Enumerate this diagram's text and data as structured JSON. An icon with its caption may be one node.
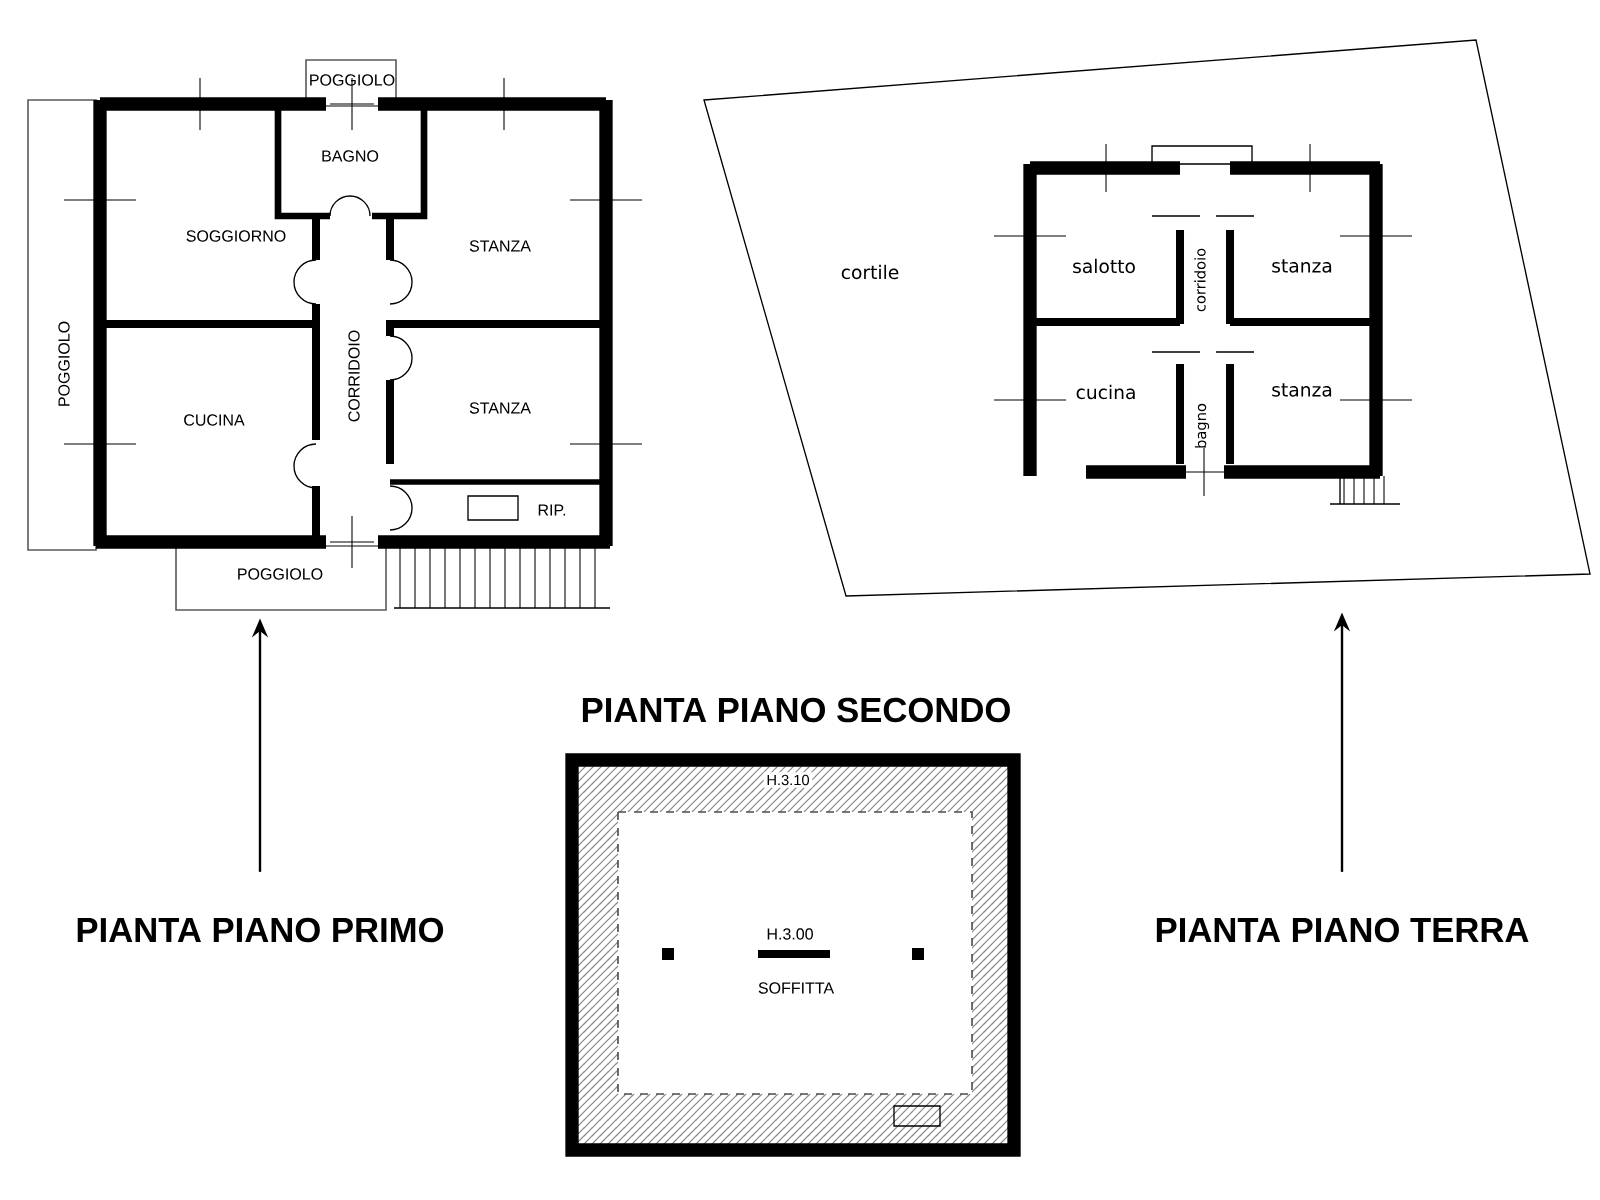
{
  "diagram": {
    "nodes": [
      {
        "text": [],
        "shape": "picture"
      },
      {
        "text": [],
        "shape": "picture"
      },
      {
        "text": [
          "PIANTA PIANO PRIMO"
        ]
      },
      {
        "text": [
          "PIANTA PIANO TERRA"
        ]
      }
    ],
    "edges": [
      {
        "from": 2,
        "to": 0,
        "arrow": "to"
      },
      {
        "from": 3,
        "to": 1,
        "arrow": "to"
      }
    ],
    "labels": [
      "POGGIOLO",
      "BAGNO",
      "SOGGIORNO",
      "STANZA",
      "POGGIOLO",
      "CORRIDOIO",
      "CUCINA",
      "STANZA",
      "RIP.",
      "POGGIOLO",
      "cortile",
      "salotto",
      "corridoio",
      "stanza",
      "cucina",
      "bagno",
      "stanza",
      "PIANTA PIANO SECONDO",
      "H.3.10",
      "H.3.00",
      "SOFFITTA"
    ]
  }
}
